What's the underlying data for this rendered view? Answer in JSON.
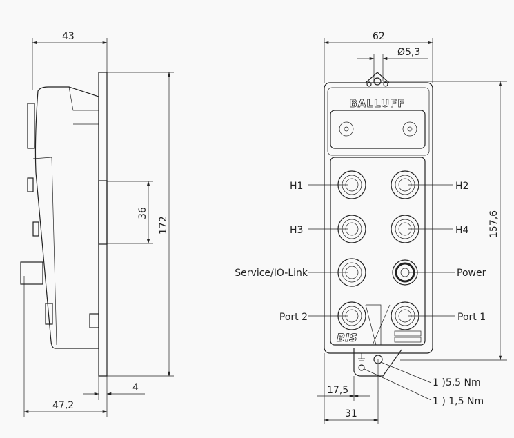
{
  "side_view": {
    "width_label": "43",
    "depth_label": "47,2",
    "plate_label": "4",
    "height_label": "172",
    "slot_label": "36"
  },
  "front_view": {
    "width_label": "62",
    "hole_label": "Ø5,3",
    "height_label": "157,6",
    "brand": "BALLUFF",
    "series": "BIS",
    "ports": [
      {
        "label": "H1"
      },
      {
        "label": "H2"
      },
      {
        "label": "H3"
      },
      {
        "label": "H4"
      },
      {
        "label": "Service/IO-Link"
      },
      {
        "label": "Power"
      },
      {
        "label": "Port 2"
      },
      {
        "label": "Port 1"
      }
    ],
    "offset_label": "17,5",
    "ground_offset_label": "31",
    "torque_notes": [
      "1 )5,5 Nm",
      "1 ) 1,5 Nm"
    ]
  }
}
